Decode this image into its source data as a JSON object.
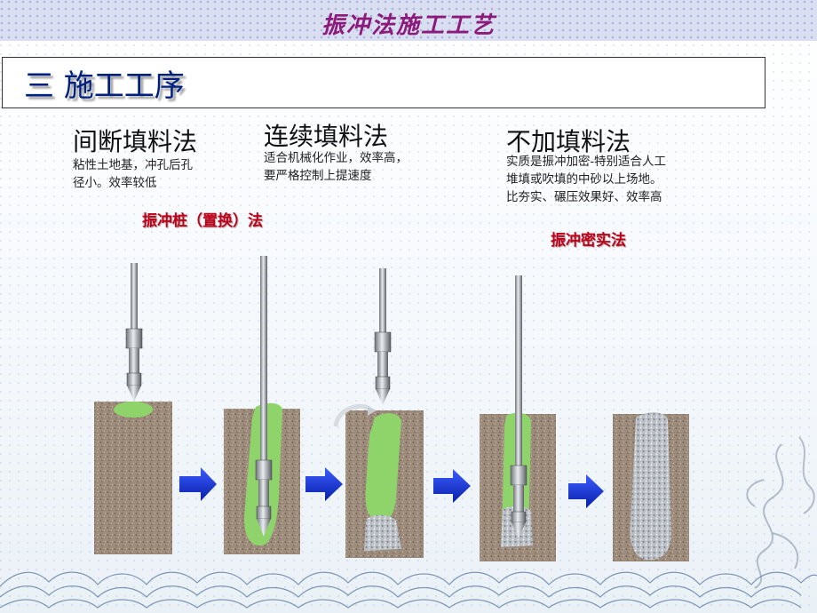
{
  "header": {
    "title": "振冲法施工工艺"
  },
  "section": {
    "title": "三 施工工序"
  },
  "methods": [
    {
      "title": "间断填料法",
      "desc_lines": [
        "粘性土地基，冲孔后孔",
        "径小。效率较低"
      ]
    },
    {
      "title": "连续填料法",
      "desc_lines": [
        "适合机械化作业，效率高，",
        "要严格控制上提速度"
      ]
    },
    {
      "title": "不加填料法",
      "desc_lines": [
        "实质是振冲加密-特别适合人工",
        "堆填或吹填的中砂以上场地。",
        "比夯实、碾压效果好、效率高"
      ]
    }
  ],
  "labels": {
    "replacement": "振冲桩（置换）法",
    "densification": "振冲密实法"
  },
  "icons": [
    "right-arrow-icon",
    "vibroprobe-icon",
    "dragon-decoration",
    "wave-decoration"
  ],
  "colors": {
    "title": "#8b1a7a",
    "section": "#002080",
    "label": "#c00018",
    "arrow": "#0a2fd0",
    "soil": "#9a8878",
    "fill": "#8fd46a"
  }
}
